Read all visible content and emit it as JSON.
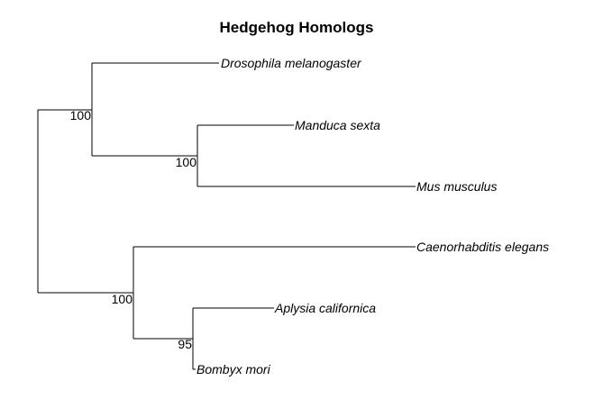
{
  "title": "Hedgehog Homologs",
  "taxa": {
    "drosophila": "Drosophila melanogaster",
    "manduca": "Manduca sexta",
    "mus": "Mus musculus",
    "caenorhabditis": "Caenorhabditis elegans",
    "aplysia": "Aplysia californica",
    "bombyx": "Bombyx mori"
  },
  "support": {
    "clade_top": "100",
    "clade_manduca_mus": "100",
    "clade_bottom": "100",
    "clade_aplysia_bombyx": "95"
  }
}
